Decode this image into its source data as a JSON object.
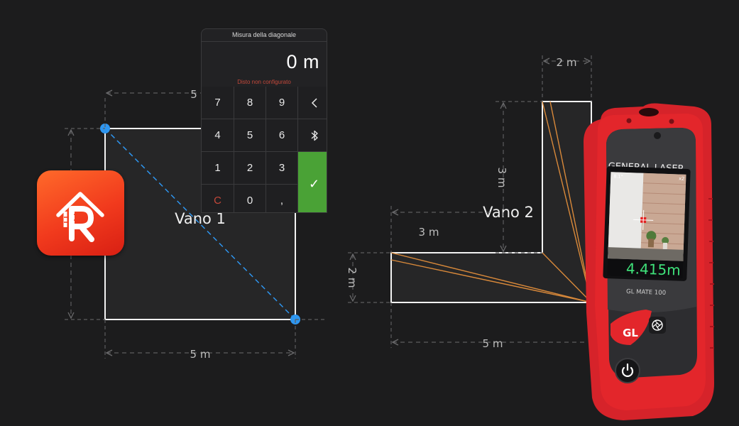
{
  "room1": {
    "name": "Vano 1",
    "top_dim": "5",
    "bottom_dim": "5 m"
  },
  "room2": {
    "name": "Vano 2",
    "top_dim": "2 m",
    "right_vertical_dim": "3 m",
    "left_horizontal_dim": "3 m",
    "left_vertical_dim": "2 m",
    "bottom_dim": "5 m"
  },
  "keypad": {
    "title": "Misura della diagonale",
    "value": "0 m",
    "status": "Disto non configurato",
    "keys": {
      "k7": "7",
      "k8": "8",
      "k9": "9",
      "back": "<",
      "k4": "4",
      "k5": "5",
      "k6": "6",
      "bluetooth": "✱",
      "k1": "1",
      "k2": "2",
      "k3": "3",
      "ok": "✓",
      "clear": "C",
      "k0": "0",
      "comma": ","
    }
  },
  "device": {
    "brand": "GENERAL LASER",
    "model": "GL MATE 100",
    "reading": "4.415m",
    "logo": "GL",
    "screen_tl": "8.1°",
    "screen_tr": "x2"
  },
  "icons": {
    "app": "house-ruler-r-icon",
    "power": "power-icon",
    "camera": "camera-aperture-icon"
  },
  "colors": {
    "background": "#1c1c1d",
    "accent_red": "#e3262b",
    "keypad_ok": "#4aa236",
    "marker_blue": "#2e96f0",
    "diagonal_orange": "#d9893a",
    "reading_green": "#3fe27a"
  }
}
